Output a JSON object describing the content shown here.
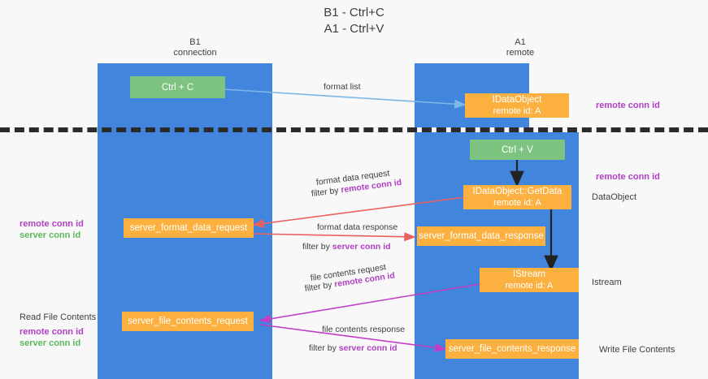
{
  "title": {
    "line1": "B1 - Ctrl+C",
    "line2": "A1 - Ctrl+V"
  },
  "columns": [
    {
      "name": "B1",
      "sub": "connection"
    },
    {
      "name": "A1",
      "sub": "remote"
    }
  ],
  "colors": {
    "lane": "#4285dd",
    "green_node": "#7cc47f",
    "orange_node": "#fbb040",
    "purple_text": "#b03fc4",
    "green_text": "#5bb85b",
    "blue_arrow": "#7eb6e8",
    "red_arrow": "#e8635f",
    "magenta_arrow": "#c13fc4",
    "black_arrow": "#222222",
    "page_bg": "#f8f8f8"
  },
  "nodes": {
    "ctrl_c": {
      "label": "Ctrl + C"
    },
    "ctrl_v": {
      "label": "Ctrl + V"
    },
    "idataobject": {
      "label": "IDataObject",
      "sub": "remote id: A"
    },
    "getdata": {
      "label": "IDataObject::GetData",
      "sub": "remote id: A"
    },
    "istream": {
      "label": "IStream",
      "sub": "remote id: A"
    },
    "server_format_data_request": {
      "label": "server_format_data_request"
    },
    "server_format_data_response": {
      "label": "server_format_data_response"
    },
    "server_file_contents_request": {
      "label": "server_file_contents_request"
    },
    "server_file_contents_response": {
      "label": "server_file_contents_response"
    }
  },
  "annotations": {
    "remote_conn_id_top": "remote conn id",
    "remote_conn_id_mid": "remote conn id",
    "dataobject": "DataObject",
    "istream_right": "Istream",
    "write_file_contents": "Write File Contents",
    "read_file_contents": "Read File Contents",
    "left_mid_remote": "remote conn id",
    "left_mid_server": "server conn id",
    "left_bot_remote": "remote conn id",
    "left_bot_server": "server conn id"
  },
  "edge_labels": {
    "format_list": "format list",
    "format_data_request": "format data request",
    "format_data_request_filter_prefix": "filter by ",
    "format_data_request_filter_key": "remote conn id",
    "format_data_response": "format data response",
    "format_data_response_filter_prefix": "filter by ",
    "format_data_response_filter_key": "server conn id",
    "file_contents_request": "file contents request",
    "file_contents_request_filter_prefix": "filter by ",
    "file_contents_request_filter_key": "remote conn id",
    "file_contents_response": "file contents response",
    "file_contents_response_filter_prefix": "filter by ",
    "file_contents_response_filter_key": "server conn id"
  }
}
